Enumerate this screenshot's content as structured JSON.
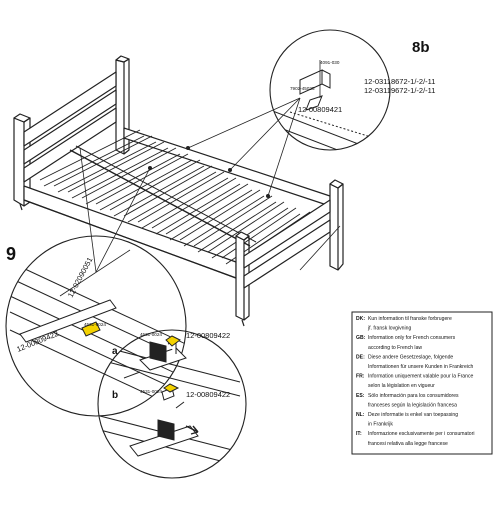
{
  "steps": {
    "main": "9",
    "top_right": "8b"
  },
  "top_callout": {
    "part_a": "4091-030",
    "part_b": "7902-45025",
    "ref_1": "12-03118672-1/-2/-11",
    "ref_2": "12-03119672-1/-2/-11",
    "ref_3": "12-00809421"
  },
  "left_callout": {
    "ref_1": "12-02090051",
    "ref_2": "12-00809422",
    "small_part": "4531-0024"
  },
  "bottom_callout": {
    "label_a": "a",
    "label_b": "b",
    "small_part_a": "4531-0024",
    "small_part_b": "4531-0024",
    "ref_a": "12-00809422",
    "ref_b": "12-00809422"
  },
  "notice": [
    {
      "code": "DK:",
      "text": "Kun information til franske forbrugere"
    },
    {
      "code": "",
      "text": "jf. fransk lovgivning"
    },
    {
      "code": "GB:",
      "text": "Information only for French consumers"
    },
    {
      "code": "",
      "text": "according to French law"
    },
    {
      "code": "DE:",
      "text": "Diese andere Gesetzeslage, folgende"
    },
    {
      "code": "",
      "text": "Informationen für unsere Kunden in Frankreich"
    },
    {
      "code": "FR:",
      "text": "Information uniquement valable pour la France"
    },
    {
      "code": "",
      "text": "selon la législation en vigueur"
    },
    {
      "code": "ES:",
      "text": "Sólo información para los consumidores"
    },
    {
      "code": "",
      "text": "franceses según la legislación francesa"
    },
    {
      "code": "NL:",
      "text": "Deze informatie is enkel van toepassing"
    },
    {
      "code": "",
      "text": "in Frankrijk"
    },
    {
      "code": "IT:",
      "text": "Informazione esclusivamente per i consumatori"
    },
    {
      "code": "",
      "text": "francesi relativa alla legge francese"
    }
  ]
}
